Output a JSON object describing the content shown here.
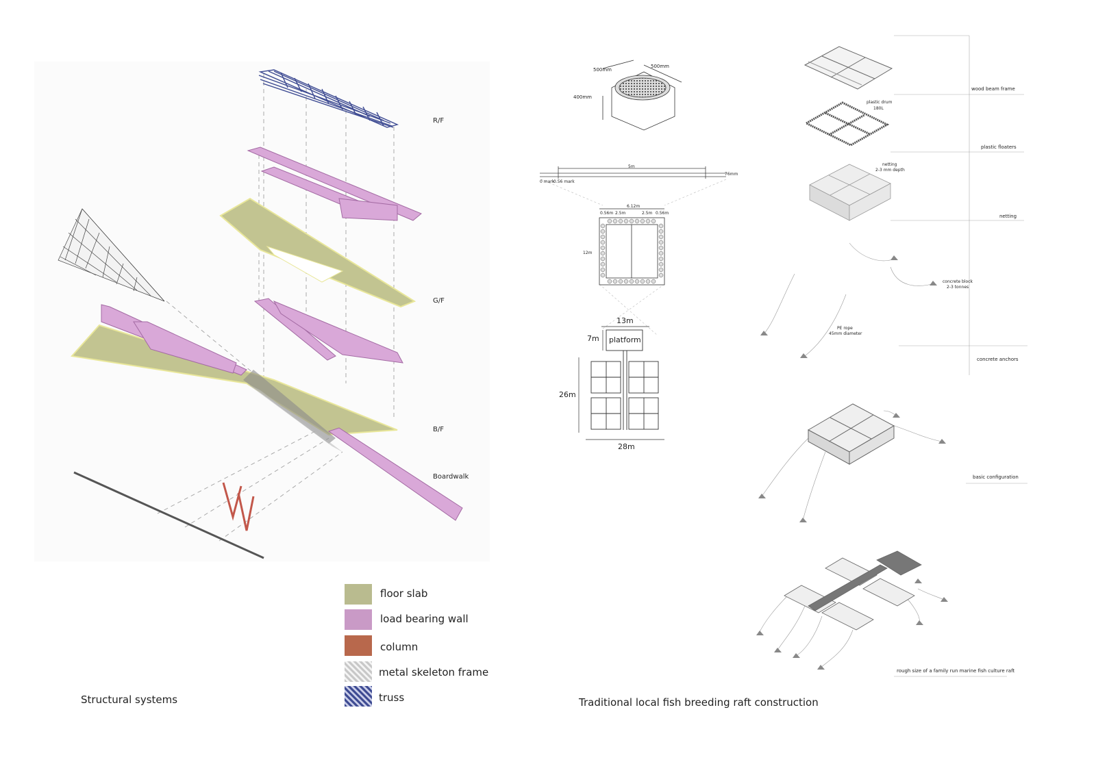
{
  "left_panel": {
    "levels": [
      "R/F",
      "G/F",
      "B/F",
      "Boardwalk"
    ],
    "caption": "Structural systems"
  },
  "legend": [
    {
      "label": "floor slab",
      "color": "#b9bb8f"
    },
    {
      "label": "load bearing wall",
      "color": "#c99ac6"
    },
    {
      "label": "column",
      "color": "#b8684c"
    },
    {
      "label": "metal skeleton frame",
      "color": "#d8d8d8"
    },
    {
      "label": "truss",
      "color": "#3f4c93"
    }
  ],
  "drum_dims": {
    "a": "500mm",
    "b": "500mm",
    "c": "400mm"
  },
  "ruler": {
    "length": "5m",
    "end": "76mm",
    "zero": "0 mark",
    "mark": "0.56 mark"
  },
  "raft_plan": {
    "total": "6.12m",
    "segments": [
      "0.56m",
      "2.5m",
      "2.5m",
      "0.56m"
    ],
    "side": "12m"
  },
  "site_plan": {
    "platform": "platform",
    "w13": "13m",
    "h7": "7m",
    "h26": "26m",
    "w28": "28m"
  },
  "right_labels": {
    "frame": "wood beam frame",
    "drum1": "plastic drum",
    "drum2": "180L",
    "floaters": "plastic floaters",
    "net1": "netting",
    "net2": "2-3 mm depth",
    "netting": "netting",
    "block1": "concrete block",
    "block2": "2-3 tonnes",
    "rope1": "PE rope",
    "rope2": "45mm diameter",
    "anchors": "concrete anchors",
    "basic": "basic configuration",
    "rough": "rough size of a family run marine fish culture raft"
  },
  "right_caption": "Traditional local fish breeding raft construction"
}
